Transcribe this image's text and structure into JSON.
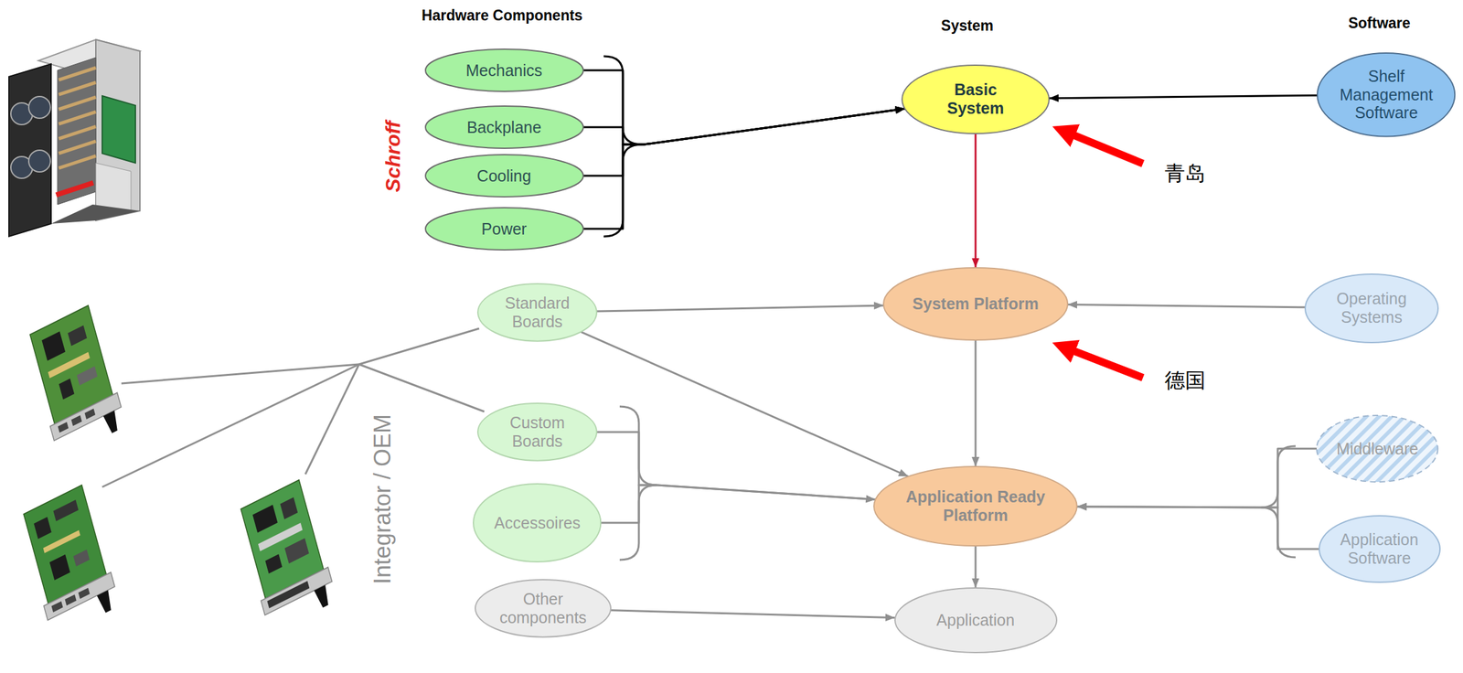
{
  "diagram": {
    "nodes": [
      {
        "text": [
          "Mechanics"
        ]
      },
      {
        "text": [
          "Backplane"
        ]
      },
      {
        "text": [
          "Cooling"
        ]
      },
      {
        "text": [
          "Power"
        ]
      },
      {
        "text": [
          "Basic System"
        ]
      },
      {
        "text": [
          "Shelf Management Software"
        ]
      },
      {
        "text": [
          "Standard Boards"
        ]
      },
      {
        "text": [
          "System Platform"
        ]
      },
      {
        "text": [
          "Operating Systems"
        ]
      },
      {
        "text": [
          "Custom Boards"
        ]
      },
      {
        "text": [
          "Middleware"
        ]
      },
      {
        "text": [
          "Application Ready Platform"
        ]
      },
      {
        "text": [
          "Accessoires"
        ]
      },
      {
        "text": [
          "Application Software"
        ]
      },
      {
        "text": [
          "Other components"
        ]
      },
      {
        "text": [
          "Application"
        ]
      }
    ],
    "edges": [
      {
        "from": 0,
        "to": 4,
        "arrow": "to"
      },
      {
        "from": 1,
        "to": 4,
        "arrow": "to"
      },
      {
        "from": 2,
        "to": 4,
        "arrow": "to"
      },
      {
        "from": 3,
        "to": 4,
        "arrow": "to"
      },
      {
        "from": 5,
        "to": 4,
        "arrow": "to"
      },
      {
        "from": 4,
        "to": 7,
        "arrow": "to"
      },
      {
        "from": 6,
        "to": 7,
        "arrow": "to"
      },
      {
        "from": 8,
        "to": 7,
        "arrow": "to"
      },
      {
        "from": 6,
        "to": 11,
        "arrow": "to"
      },
      {
        "from": 7,
        "to": 11,
        "arrow": "to"
      },
      {
        "from": 9,
        "to": 11,
        "arrow": "to"
      },
      {
        "from": 12,
        "to": 11,
        "arrow": "to"
      },
      {
        "from": 10,
        "to": 11,
        "arrow": "to"
      },
      {
        "from": 13,
        "to": 11,
        "arrow": "to"
      },
      {
        "from": 11,
        "to": 15,
        "arrow": "to"
      },
      {
        "from": 14,
        "to": 15,
        "arrow": "to"
      }
    ],
    "labels": [
      "Hardware Components",
      "System",
      "Software",
      "Schroff",
      "青岛",
      "Integrator / OEM",
      "德国"
    ]
  }
}
